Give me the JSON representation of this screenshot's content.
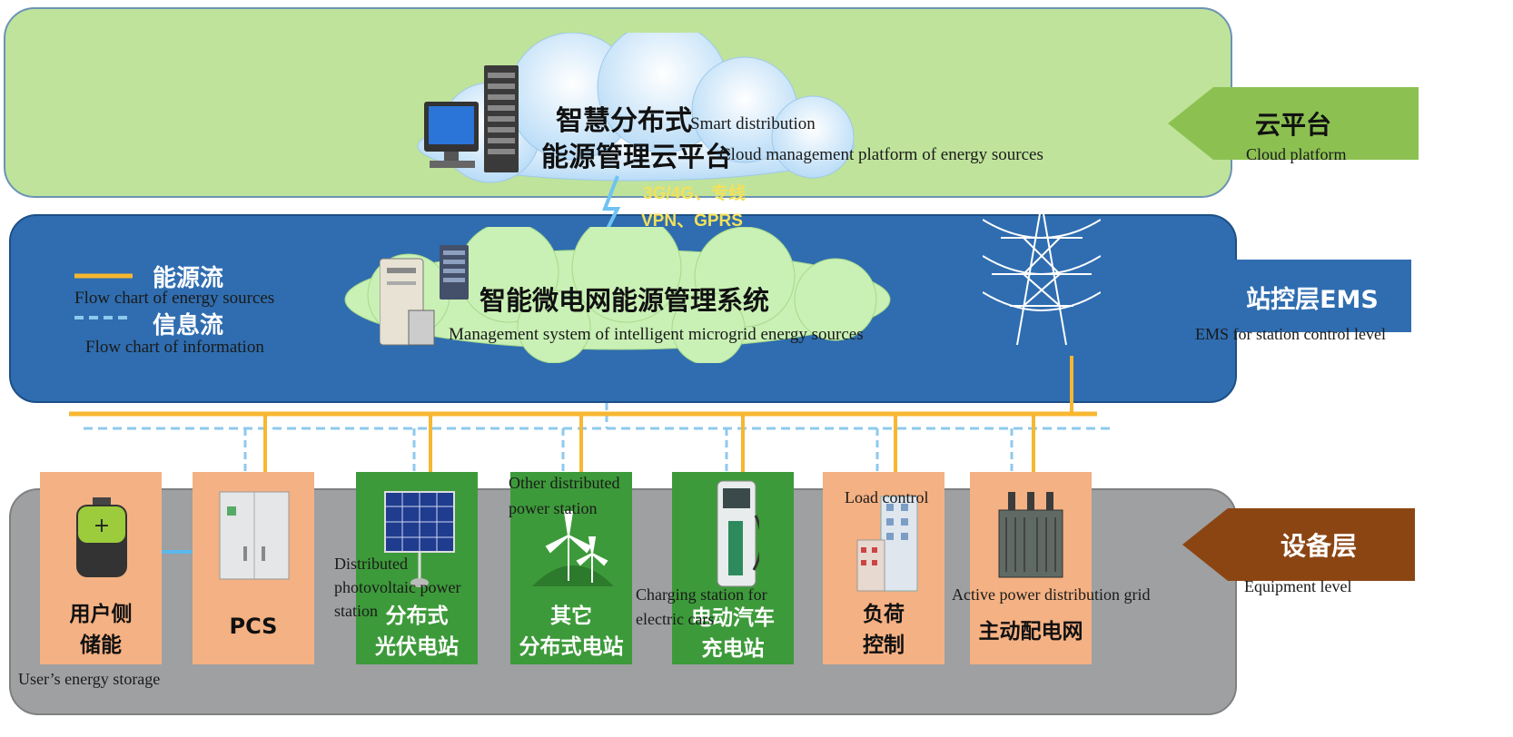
{
  "cloud_platform": {
    "title_line1": "智慧分布式",
    "title_line2": "能源管理云平台",
    "subtitle_line1_en": "Smart distribution",
    "subtitle_line2_en": "Cloud management platform of energy sources"
  },
  "network": {
    "line1": "3G/4G、专线",
    "line2": "VPN、GPRS"
  },
  "ems": {
    "title": "智能微电网能源管理系统",
    "title_en": "Management system of intelligent microgrid energy sources"
  },
  "legend": {
    "energy_flow": "能源流",
    "energy_flow_en": "Flow chart of energy sources",
    "info_flow": "信息流",
    "info_flow_en": "Flow chart of information"
  },
  "tiers": [
    {
      "label": "云平台",
      "label_en": "Cloud platform",
      "color": "#8cc152"
    },
    {
      "label": "站控层EMS",
      "label_en": "EMS for station control level",
      "color": "#2f6db0"
    },
    {
      "label": "设备层",
      "label_en": "Equipment level",
      "color": "#8b4513"
    }
  ],
  "equipment": [
    {
      "label_line1": "用户侧",
      "label_line2": "储能",
      "label_en": "User’s energy storage",
      "color": "#f4b183",
      "icon": "battery-icon"
    },
    {
      "label_line1": "PCS",
      "label_line2": "",
      "label_en": "",
      "color": "#f4b183",
      "icon": "pcs-cabinet-icon"
    },
    {
      "label_line1": "分布式",
      "label_line2": "光伏电站",
      "label_en": "Distributed photovoltaic power station",
      "color": "#3d9a3a",
      "icon": "solar-panel-icon"
    },
    {
      "label_line1": "其它",
      "label_line2": "分布式电站",
      "label_en": "Other distributed power station",
      "color": "#3d9a3a",
      "icon": "wind-turbine-icon"
    },
    {
      "label_line1": "电动汽车",
      "label_line2": "充电站",
      "label_en": "Charging station for electric cars",
      "color": "#3d9a3a",
      "icon": "ev-charger-icon"
    },
    {
      "label_line1": "负荷",
      "label_line2": "控制",
      "label_en": "Load control",
      "color": "#f4b183",
      "icon": "building-icon"
    },
    {
      "label_line1": "主动配电网",
      "label_line2": "",
      "label_en": "Active power distribution grid",
      "color": "#f4b183",
      "icon": "transformer-icon"
    }
  ],
  "colors": {
    "energy_line": "#f7b731",
    "info_line": "#8ec9ee"
  }
}
